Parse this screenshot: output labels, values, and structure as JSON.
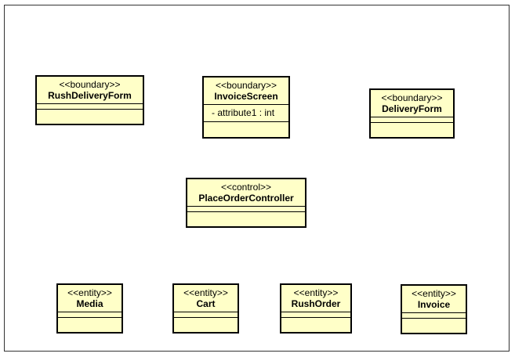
{
  "classes": {
    "rush_delivery_form": {
      "stereotype": "<<boundary>>",
      "name": "RushDeliveryForm"
    },
    "invoice_screen": {
      "stereotype": "<<boundary>>",
      "name": "InvoiceScreen",
      "attribute": "- attribute1 : int"
    },
    "delivery_form": {
      "stereotype": "<<boundary>>",
      "name": "DeliveryForm"
    },
    "place_order_controller": {
      "stereotype": "<<control>>",
      "name": "PlaceOrderController"
    },
    "media": {
      "stereotype": "<<entity>>",
      "name": "Media"
    },
    "cart": {
      "stereotype": "<<entity>>",
      "name": "Cart"
    },
    "rush_order": {
      "stereotype": "<<entity>>",
      "name": "RushOrder"
    },
    "invoice": {
      "stereotype": "<<entity>>",
      "name": "Invoice"
    }
  },
  "colors": {
    "class_fill": "#ffffc8",
    "class_border": "#000000"
  }
}
